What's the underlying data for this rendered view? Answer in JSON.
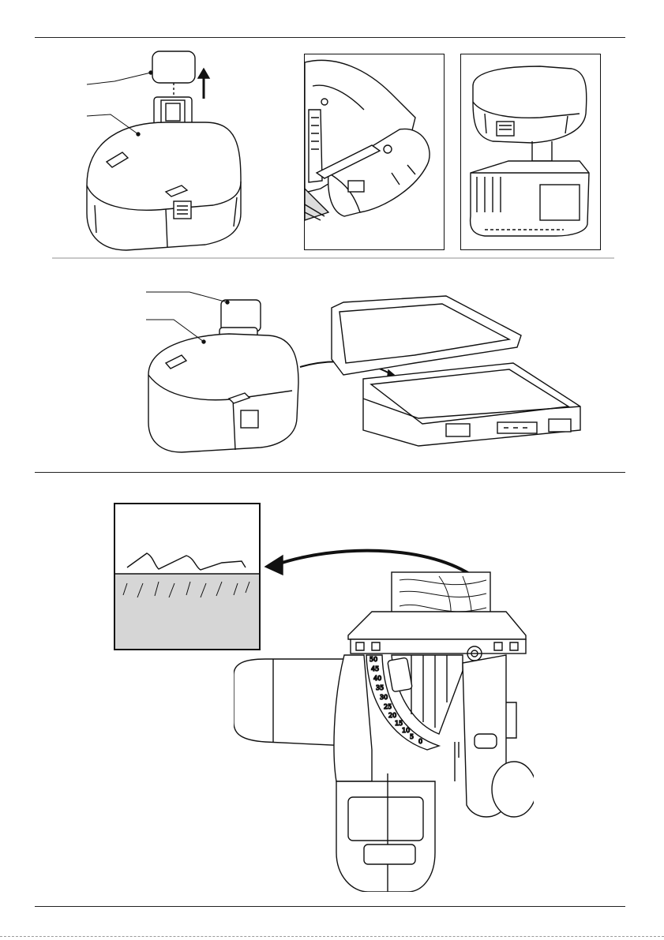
{
  "page": {
    "figure_1": {
      "callouts": [
        "",
        ""
      ],
      "description_icon": "battery-with-cap-removed"
    },
    "figure_2": {
      "description_icon": "battery-inserted-in-saw"
    },
    "figure_3": {
      "description_icon": "battery-on-charger"
    },
    "figure_4": {
      "callouts": [
        "",
        ""
      ],
      "description_icon": "battery-into-carry-case"
    },
    "figure_5": {
      "description_icon": "circular-saw-bevel-cut-with-blade-detail",
      "bevel_scale_labels": [
        "0",
        "5",
        "10",
        "15",
        "20",
        "25",
        "30",
        "35",
        "40",
        "45",
        "50"
      ]
    }
  },
  "colors": {
    "ink": "#111111",
    "detail_fill": "#d6d6d6",
    "rule_grey": "#c8c8c8"
  }
}
